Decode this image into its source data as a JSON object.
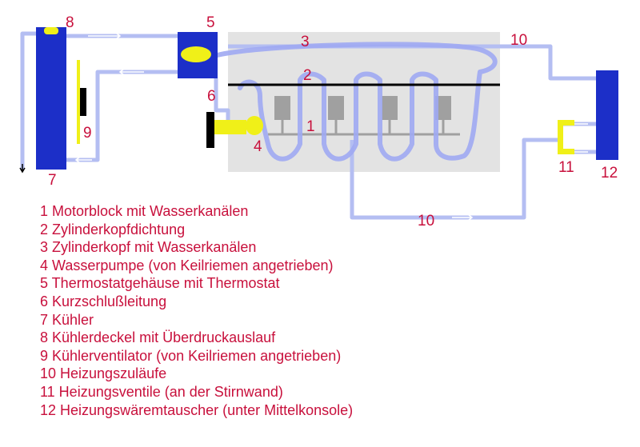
{
  "diagram": {
    "callouts": {
      "motorblock": "1",
      "zylinderkopfdichtung": "2",
      "zylinderkopf": "3",
      "wasserpumpe": "4",
      "thermostatgehaeuse": "5",
      "kurzschlussleitung": "6",
      "kuehler": "7",
      "kuehlerdeckel": "8",
      "kuehlerventilator": "9",
      "heizungszulauf_oben": "10",
      "heizungszulauf_unten": "10",
      "heizungsventile": "11",
      "heizungswaermetauscher": "12"
    },
    "colors": {
      "text": "#c8103c",
      "radiator": "#1c2fc8",
      "pipe": "#b4bef2",
      "engine": "#e3e3e3",
      "yellow_parts": "#f0f018",
      "gasket": "#000000"
    }
  },
  "legend": {
    "items": [
      "1 Motorblock mit Wasserkanälen",
      "2 Zylinderkopfdichtung",
      "3 Zylinderkopf mit Wasserkanälen",
      "4 Wasserpumpe (von Keilriemen angetrieben)",
      "5 Thermostatgehäuse mit Thermostat",
      "6 Kurzschlußleitung",
      "7 Kühler",
      "8 Kühlerdeckel mit Überdruckauslauf",
      "9 Kühlerventilator (von Keilriemen angetrieben)",
      "10 Heizungszuläufe",
      "11 Heizungsventile (an der Stirnwand)",
      "12 Heizungswäremtauscher (unter Mittelkonsole)"
    ]
  }
}
